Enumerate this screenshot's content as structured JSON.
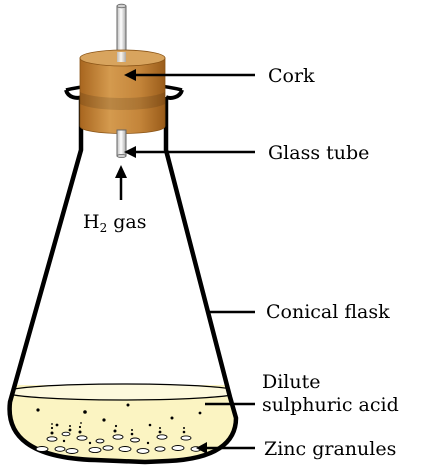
{
  "labels": {
    "cork": "Cork",
    "glass_tube": "Glass tube",
    "gas_main": "H",
    "gas_sub": "2",
    "gas_rest": " gas",
    "conical_flask": "Conical flask",
    "acid_line1": "Dilute",
    "acid_line2": "sulphuric acid",
    "zinc": "Zinc granules"
  },
  "colors": {
    "cork": "#c98a3c",
    "cork_dark": "#b07128",
    "acid": "#fbf4c2",
    "outline": "#000000",
    "tube": "#e6e6e6"
  }
}
